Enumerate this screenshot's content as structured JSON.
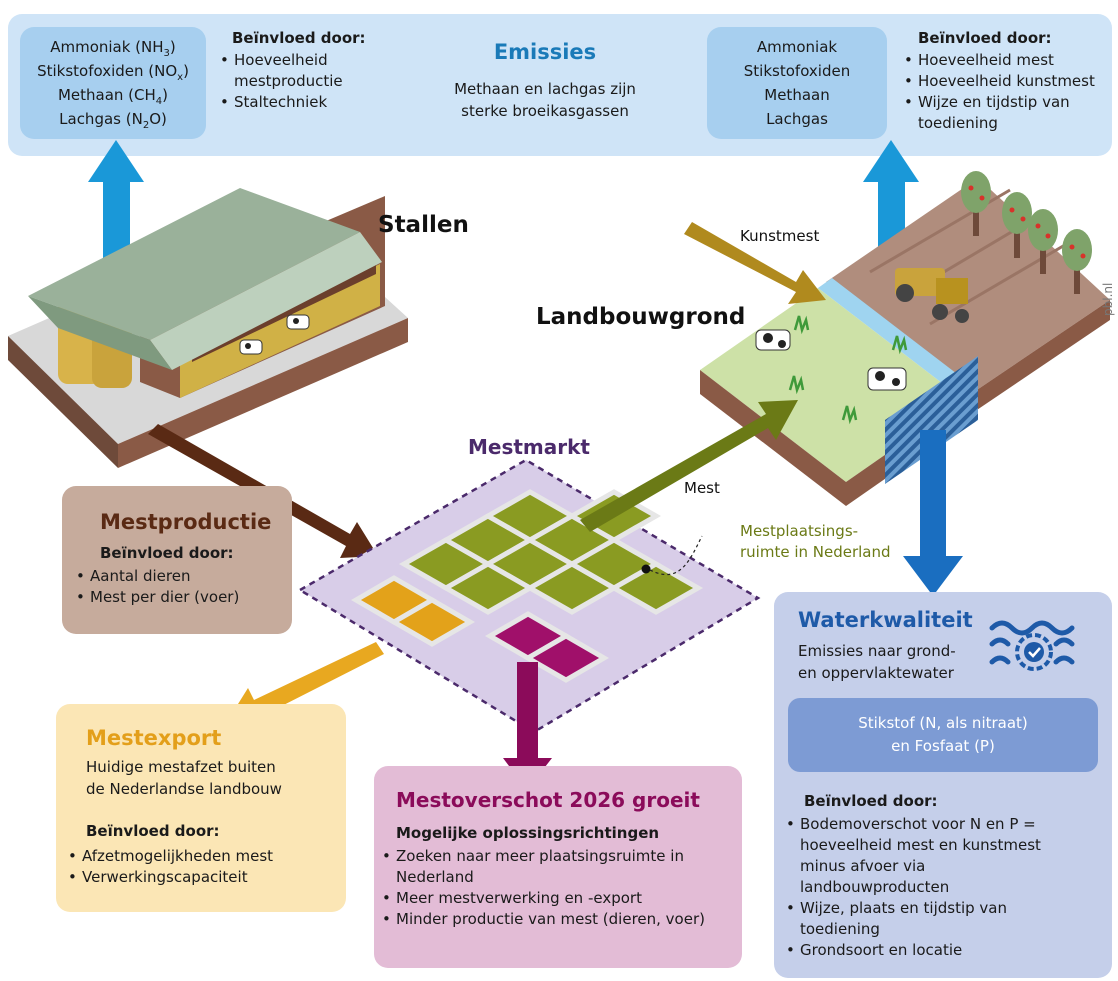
{
  "emissions": {
    "title": "Emissies",
    "subtitle_line1": "Methaan en lachgas zijn",
    "subtitle_line2": "sterke broeikasgassen",
    "left_gases": {
      "ammoniak": "Ammoniak (NH",
      "ammoniak_sub": "3",
      "stikstof": "Stikstofoxiden (NO",
      "stikstof_sub": "x",
      "methaan": "Methaan (CH",
      "methaan_sub": "4",
      "lachgas": "Lachgas (N",
      "lachgas_sub": "2",
      "lachgas_end": "O)"
    },
    "left_influence": {
      "title": "Beïnvloed door:",
      "items": [
        "Hoeveelheid mestproductie",
        "Staltechniek"
      ]
    },
    "right_gases": [
      "Ammoniak",
      "Stikstofoxiden",
      "Methaan",
      "Lachgas"
    ],
    "right_influence": {
      "title": "Beïnvloed door:",
      "items": [
        "Hoeveelheid mest",
        "Hoeveelheid kunstmest",
        "Wijze en tijdstip van toediening"
      ]
    }
  },
  "labels": {
    "stallen": "Stallen",
    "landbouwgrond": "Landbouwgrond",
    "kunstmest": "Kunstmest",
    "mestmarkt": "Mestmarkt",
    "mest": "Mest",
    "plaatsing_line1": "Mestplaatsings-",
    "plaatsing_line2": "ruimte in Nederland",
    "source": "pbl.nl"
  },
  "mestproductie": {
    "title": "Mestproductie",
    "influence_title": "Beïnvloed door:",
    "items": [
      "Aantal dieren",
      "Mest per dier (voer)"
    ]
  },
  "mestexport": {
    "title": "Mestexport",
    "desc_line1": "Huidige mestafzet buiten",
    "desc_line2": "de Nederlandse landbouw",
    "influence_title": "Beïnvloed door:",
    "items": [
      "Afzetmogelijkheden mest",
      "Verwerkingscapaciteit"
    ]
  },
  "mestoverschot": {
    "title": "Mestoverschot 2026 groeit",
    "subtitle": "Mogelijke oplossingsrichtingen",
    "items": [
      "Zoeken naar meer plaatsingsruimte in Nederland",
      "Meer mestverwerking en -export",
      "Minder productie van mest (dieren, voer)"
    ]
  },
  "waterkwaliteit": {
    "title": "Waterkwaliteit",
    "desc_line1": "Emissies naar grond-",
    "desc_line2": "en oppervlaktewater",
    "nutrients_line1": "Stikstof (N, als nitraat)",
    "nutrients_line2": "en Fosfaat (P)",
    "influence_title": "Beïnvloed door:",
    "items": [
      "Bodemoverschot voor N en P = hoeveelheid mest en kunstmest minus afvoer via landbouwproducten",
      "Wijze, plaats en tijdstip van toediening",
      "Grondsoort en locatie"
    ]
  },
  "colors": {
    "emission_bg": "#cfe4f7",
    "gas_box": "#a7cfef",
    "emission_title": "#1a7ab8",
    "mestproductie_bg": "#c6ab9c",
    "mestproductie_title": "#5a2a14",
    "mestexport_bg": "#fbe6b5",
    "mestexport_title": "#e39f1a",
    "mestoverschot_bg": "#e3bcd6",
    "mestoverschot_title": "#8b0b5a",
    "water_bg": "#c5cfea",
    "water_inner": "#7d9bd4",
    "water_title": "#1e5aa8",
    "mestmarkt_title": "#4b2a6b",
    "plaatsing_text": "#6b7a16"
  }
}
